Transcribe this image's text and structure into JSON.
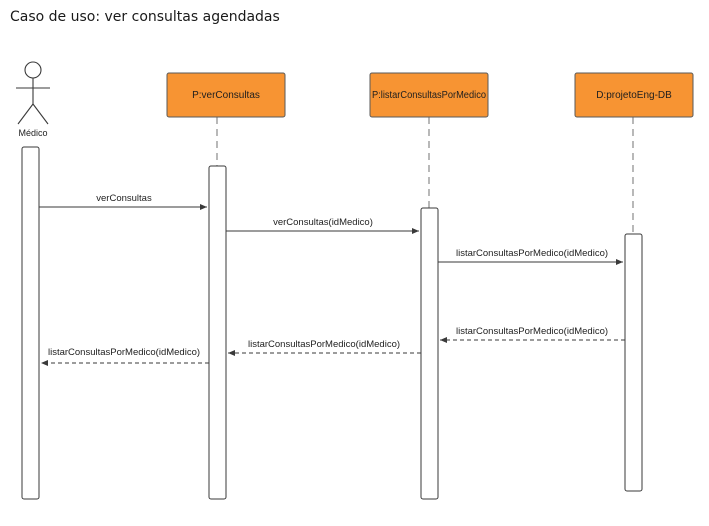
{
  "title": "Caso de uso: ver consultas agendadas",
  "actor": {
    "label": "Médico"
  },
  "participants": [
    {
      "label": "P:verConsultas"
    },
    {
      "label": "P:listarConsultasPorMedico"
    },
    {
      "label": "D:projetoEng-DB"
    }
  ],
  "messages": [
    {
      "label": "verConsultas",
      "kind": "call"
    },
    {
      "label": "verConsultas(idMedico)",
      "kind": "call"
    },
    {
      "label": "listarConsultasPorMedico(idMedico)",
      "kind": "call"
    },
    {
      "label": "listarConsultasPorMedico(idMedico)",
      "kind": "return"
    },
    {
      "label": "listarConsultasPorMedico(idMedico)",
      "kind": "return"
    },
    {
      "label": "listarConsultasPorMedico(idMedico)",
      "kind": "return"
    }
  ],
  "colors": {
    "participant_fill": "#f79433",
    "line": "#3a3a3a"
  }
}
